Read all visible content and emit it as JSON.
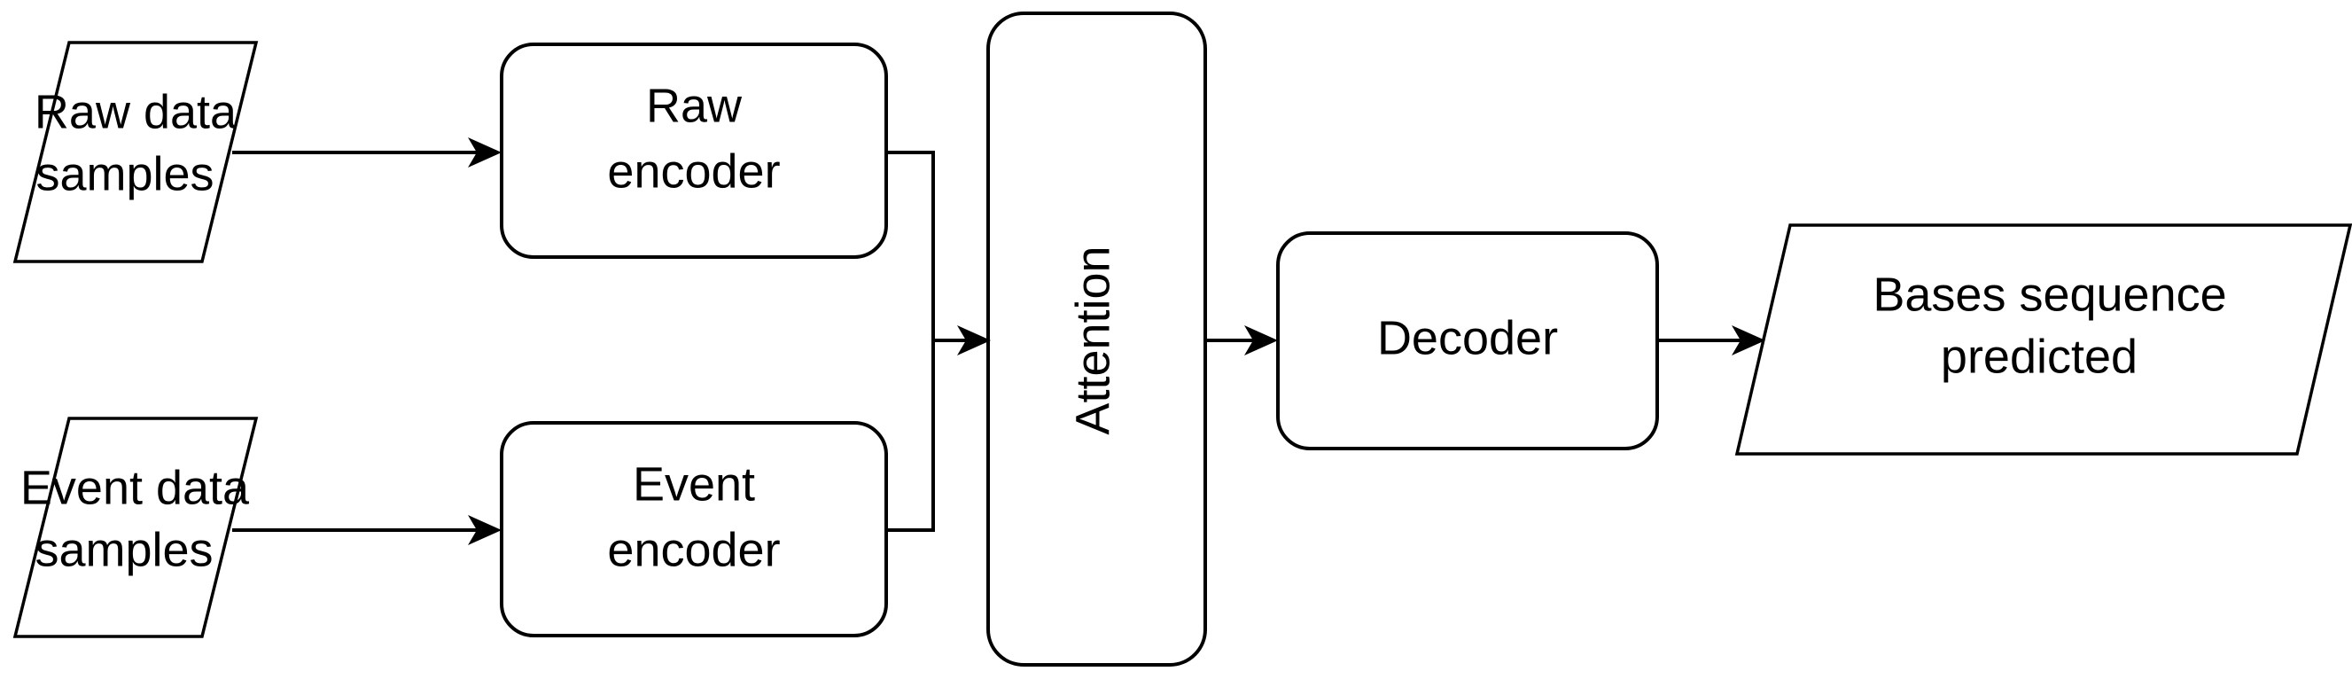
{
  "diagram": {
    "title": "Basecalling model architecture flow",
    "background_color": "#ffffff",
    "stroke_color": "#000000",
    "fill_color": "#ffffff",
    "nodes": {
      "raw_data": {
        "label_line1": "Raw data",
        "label_line2": "samples",
        "shape": "parallelogram",
        "role": "input"
      },
      "event_data": {
        "label_line1": "Event data",
        "label_line2": "samples",
        "shape": "parallelogram",
        "role": "input"
      },
      "raw_encoder": {
        "label_line1": "Raw",
        "label_line2": "encoder",
        "shape": "rounded-rectangle",
        "role": "process"
      },
      "event_encoder": {
        "label_line1": "Event",
        "label_line2": "encoder",
        "shape": "rounded-rectangle",
        "role": "process"
      },
      "attention": {
        "label_line1": "Attention",
        "shape": "rounded-rectangle",
        "role": "process",
        "text_orientation": "vertical-bottom-to-top"
      },
      "decoder": {
        "label_line1": "Decoder",
        "shape": "rounded-rectangle",
        "role": "process"
      },
      "output": {
        "label_line1": "Bases sequence",
        "label_line2": "predicted",
        "shape": "parallelogram",
        "role": "output"
      }
    },
    "edges": [
      {
        "id": "raw-data-to-raw-encoder",
        "from": "raw_data",
        "to": "raw_encoder",
        "style": "straight-arrow"
      },
      {
        "id": "event-data-to-event-encoder",
        "from": "event_data",
        "to": "event_encoder",
        "style": "straight-arrow"
      },
      {
        "id": "raw-encoder-to-merge",
        "from": "raw_encoder",
        "to": "attention",
        "style": "orthogonal-merge"
      },
      {
        "id": "event-encoder-to-merge",
        "from": "event_encoder",
        "to": "attention",
        "style": "orthogonal-merge"
      },
      {
        "id": "merge-to-attention",
        "from": "merge",
        "to": "attention",
        "style": "straight-arrow"
      },
      {
        "id": "attention-to-decoder",
        "from": "attention",
        "to": "decoder",
        "style": "straight-arrow"
      },
      {
        "id": "decoder-to-output",
        "from": "decoder",
        "to": "output",
        "style": "straight-arrow"
      }
    ]
  }
}
